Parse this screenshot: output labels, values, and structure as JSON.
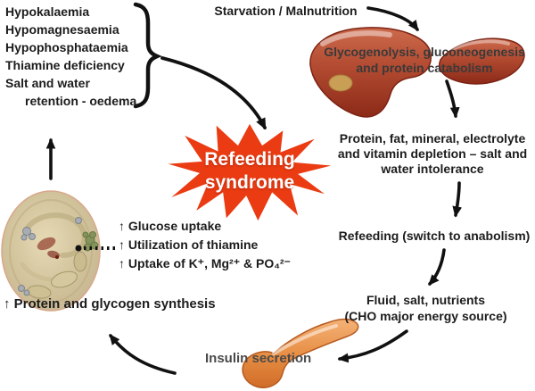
{
  "title": "Refeeding syndrome pathophysiology cycle diagram",
  "colors": {
    "starburst_red": "#ea3b12",
    "starburst_text": "#ffffff",
    "liver_red": "#a83a24",
    "pancreas_orange": "#e78b4a",
    "cell_tan": "#d2c49c",
    "arrow_black": "#111111",
    "text_dark": "#1c1c1c"
  },
  "complications": {
    "items": [
      "Hypokalaemia",
      "Hypomagnesaemia",
      "Hypophosphataemia",
      "Thiamine deficiency",
      "Salt and water"
    ],
    "retention": "retention - oedema"
  },
  "starburst": {
    "line1": "Refeeding",
    "line2": "syndrome"
  },
  "cycle": {
    "starvation": "Starvation / Malnutrition",
    "liver_caption": {
      "line1": "Glycogenolysis, gluconeogenesis",
      "line2": "and protein catabolism"
    },
    "depletion": {
      "line1": "Protein, fat, mineral, electrolyte",
      "line2": "and vitamin depletion – salt and",
      "line3": "water intolerance"
    },
    "refeeding": "Refeeding (switch to anabolism)",
    "fluid": {
      "line1": "Fluid, salt, nutrients",
      "line2": "(CHO major energy source)"
    },
    "insulin": "Insulin secretion"
  },
  "cell_effects": {
    "items": [
      "↑ Glucose uptake",
      "↑ Utilization of thiamine",
      "↑ Uptake of K⁺, Mg²⁺ & PO₄²⁻"
    ],
    "protein_synthesis": "↑ Protein and glycogen synthesis"
  },
  "icons": {
    "liver": "liver-illustration",
    "cell": "cell-illustration",
    "pancreas": "pancreas-illustration",
    "starburst": "explosion-starburst",
    "brace": "right-curly-brace"
  }
}
